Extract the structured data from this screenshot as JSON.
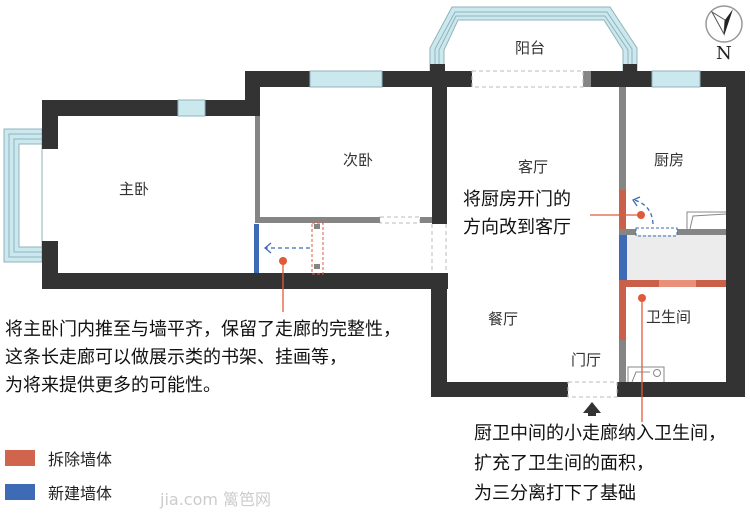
{
  "rooms": {
    "balcony": "阳台",
    "master_bedroom": "主卧",
    "second_bedroom": "次卧",
    "living_room": "客厅",
    "kitchen": "厨房",
    "dining_room": "餐厅",
    "entrance_hall": "门厅",
    "bathroom": "卫生间"
  },
  "compass": {
    "label": "N"
  },
  "annotations": {
    "kitchen_door": [
      "将厨房开门的",
      "方向改到客厅"
    ],
    "master_door": [
      "将主卧门内推至与墙平齐，保留了走廊的完整性，",
      "这条长走廊可以做展示类的书架、挂画等，",
      "为将来提供更多的可能性。"
    ],
    "corridor": [
      "厨卫中间的小走廊纳入卫生间，",
      "扩充了卫生间的面积，",
      "为三分离打下了基础"
    ]
  },
  "legend": [
    {
      "label": "拆除墙体",
      "color": "#d0644c"
    },
    {
      "label": "新建墙体",
      "color": "#3d6bb5"
    }
  ],
  "watermark": "jia.com 篱笆网",
  "colors": {
    "wall": "#333333",
    "partition": "#858585",
    "window": "#cbe8ee",
    "removed": "#c8604a",
    "new": "#3d6bb5"
  }
}
